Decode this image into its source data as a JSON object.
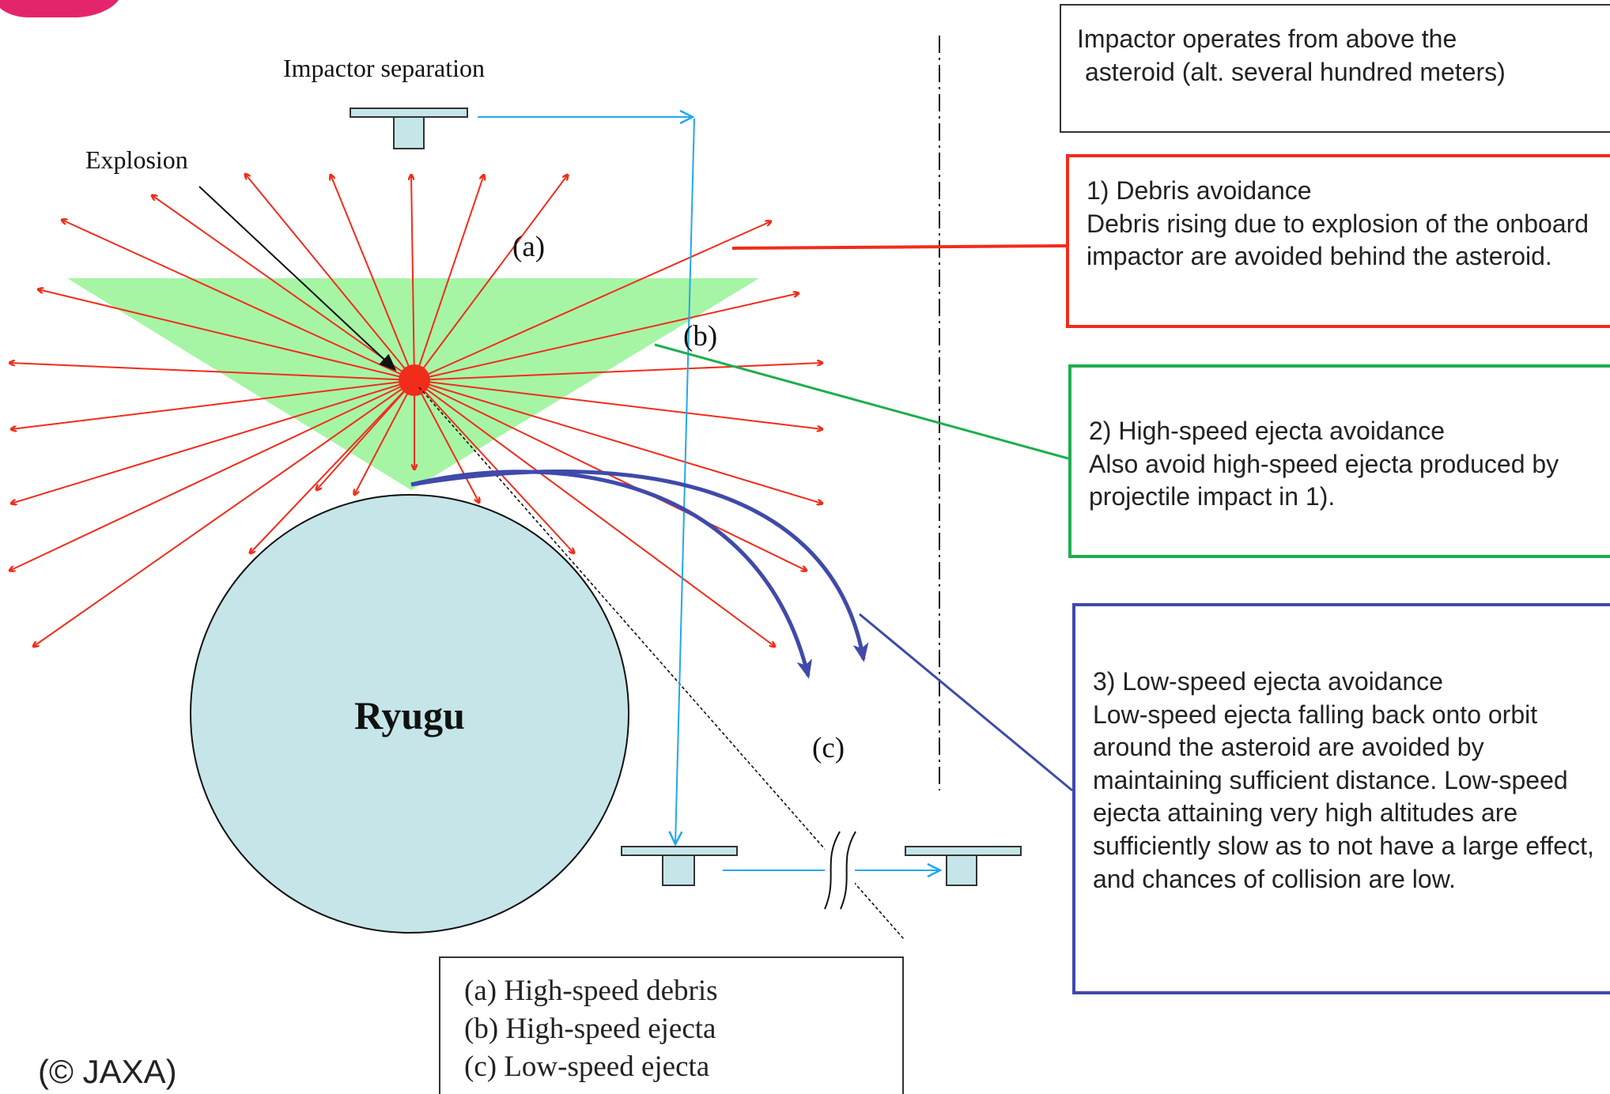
{
  "labels": {
    "impactor_separation": "Impactor separation",
    "explosion": "Explosion",
    "a": "(a)",
    "b": "(b)",
    "c": "(c)",
    "ryugu": "Ryugu"
  },
  "boxes": {
    "operates": {
      "line1": "Impactor operates from above the",
      "line2": "asteroid (alt. several hundred meters)"
    },
    "debris": {
      "title": "1) Debris avoidance",
      "body": "Debris rising due to explosion of the onboard impactor are avoided behind the asteroid."
    },
    "high_speed": {
      "title": "2) High-speed ejecta avoidance",
      "body": "Also avoid high-speed ejecta produced by projectile impact in 1)."
    },
    "low_speed": {
      "title": "3) Low-speed ejecta avoidance",
      "body": "Low-speed ejecta falling back onto orbit around the asteroid are avoided by maintaining sufficient distance. Low-speed ejecta attaining very high altitudes are sufficiently slow as to not have a large effect, and chances of collision are low."
    }
  },
  "legend": {
    "a": "(a) High-speed debris",
    "b": "(b) High-speed ejecta",
    "c": "(c) Low-speed ejecta"
  },
  "copyright": "(© JAXA)",
  "colors": {
    "debris_red": "#f22c1a",
    "high_speed_green": "#1eae4e",
    "low_speed_blue": "#3f4aaa",
    "cone_green": "#a6f5a5",
    "asteroid_fill": "#c5e5e8",
    "trajectory_cyan": "#21a8ec",
    "logo_magenta": "#e5256b"
  }
}
